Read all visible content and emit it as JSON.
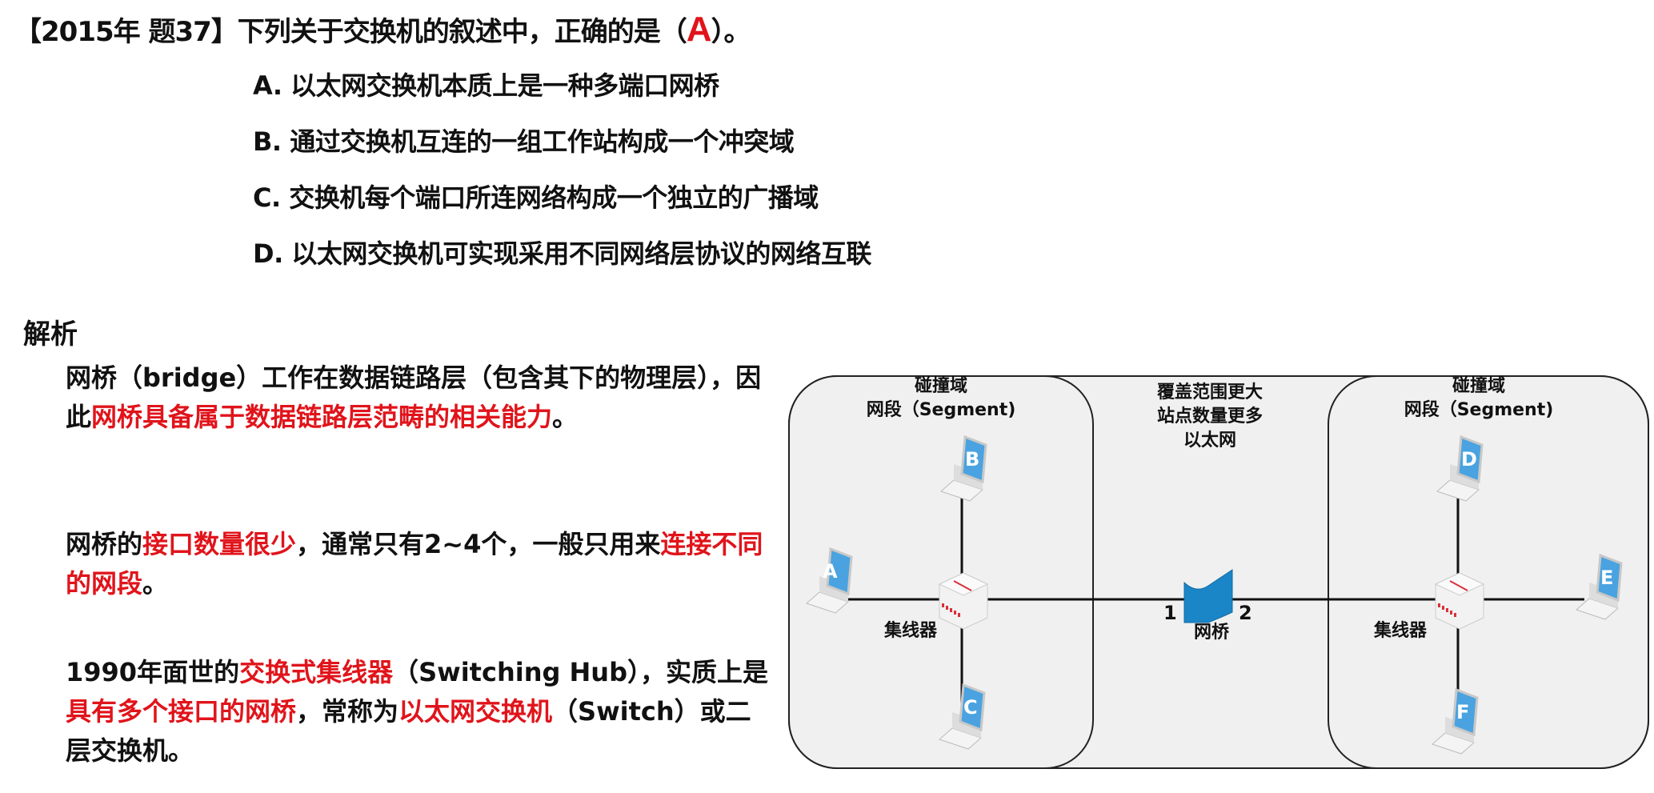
{
  "question": {
    "tag": "【2015年 题37】",
    "stem_before": "下列关于交换机的叙述中，正确的是（",
    "answer": "A",
    "stem_after": "）。",
    "options": [
      "A. 以太网交换机本质上是一种多端口网桥",
      "B. 通过交换机互连的一组工作站构成一个冲突域",
      "C. 交换机每个端口所连网络构成一个独立的广播域",
      "D. 以太网交换机可实现采用不同网络层协议的网络互联"
    ]
  },
  "analysis": {
    "heading": "解析",
    "p1": [
      "网桥（bridge）工作在数据链路层（包含其下的物理层），因此",
      "网桥具备属于数据链路层范畴的相关能力",
      "。"
    ],
    "p2": [
      "网桥的",
      "接口数量很少",
      "，通常只有2~4个，一般只用来",
      "连接不同的网段",
      "。"
    ],
    "p3": [
      "1990年面世的",
      "交换式集线器",
      "（Switching Hub），实质上是",
      "具有多个接口的网桥",
      "，常称为",
      "以太网交换机",
      "（Switch）或二层交换机。"
    ]
  },
  "diagram": {
    "left_segment": {
      "line1": "碰撞域",
      "line2": "网段（Segment)"
    },
    "right_segment": {
      "line1": "碰撞域",
      "line2": "网段（Segment)"
    },
    "center": {
      "line1": "覆盖范围更大",
      "line2": "站点数量更多",
      "line3": "以太网"
    },
    "hub_left": "集线器",
    "hub_right": "集线器",
    "bridge": "网桥",
    "port1": "1",
    "port2": "2",
    "hosts": [
      "A",
      "B",
      "C",
      "D",
      "E",
      "F"
    ],
    "colors": {
      "laptop_screen": "#4aa3e0",
      "bridge": "#1a86c7",
      "hub_port": "#d9303a",
      "panel": "#f0f0f0"
    }
  }
}
